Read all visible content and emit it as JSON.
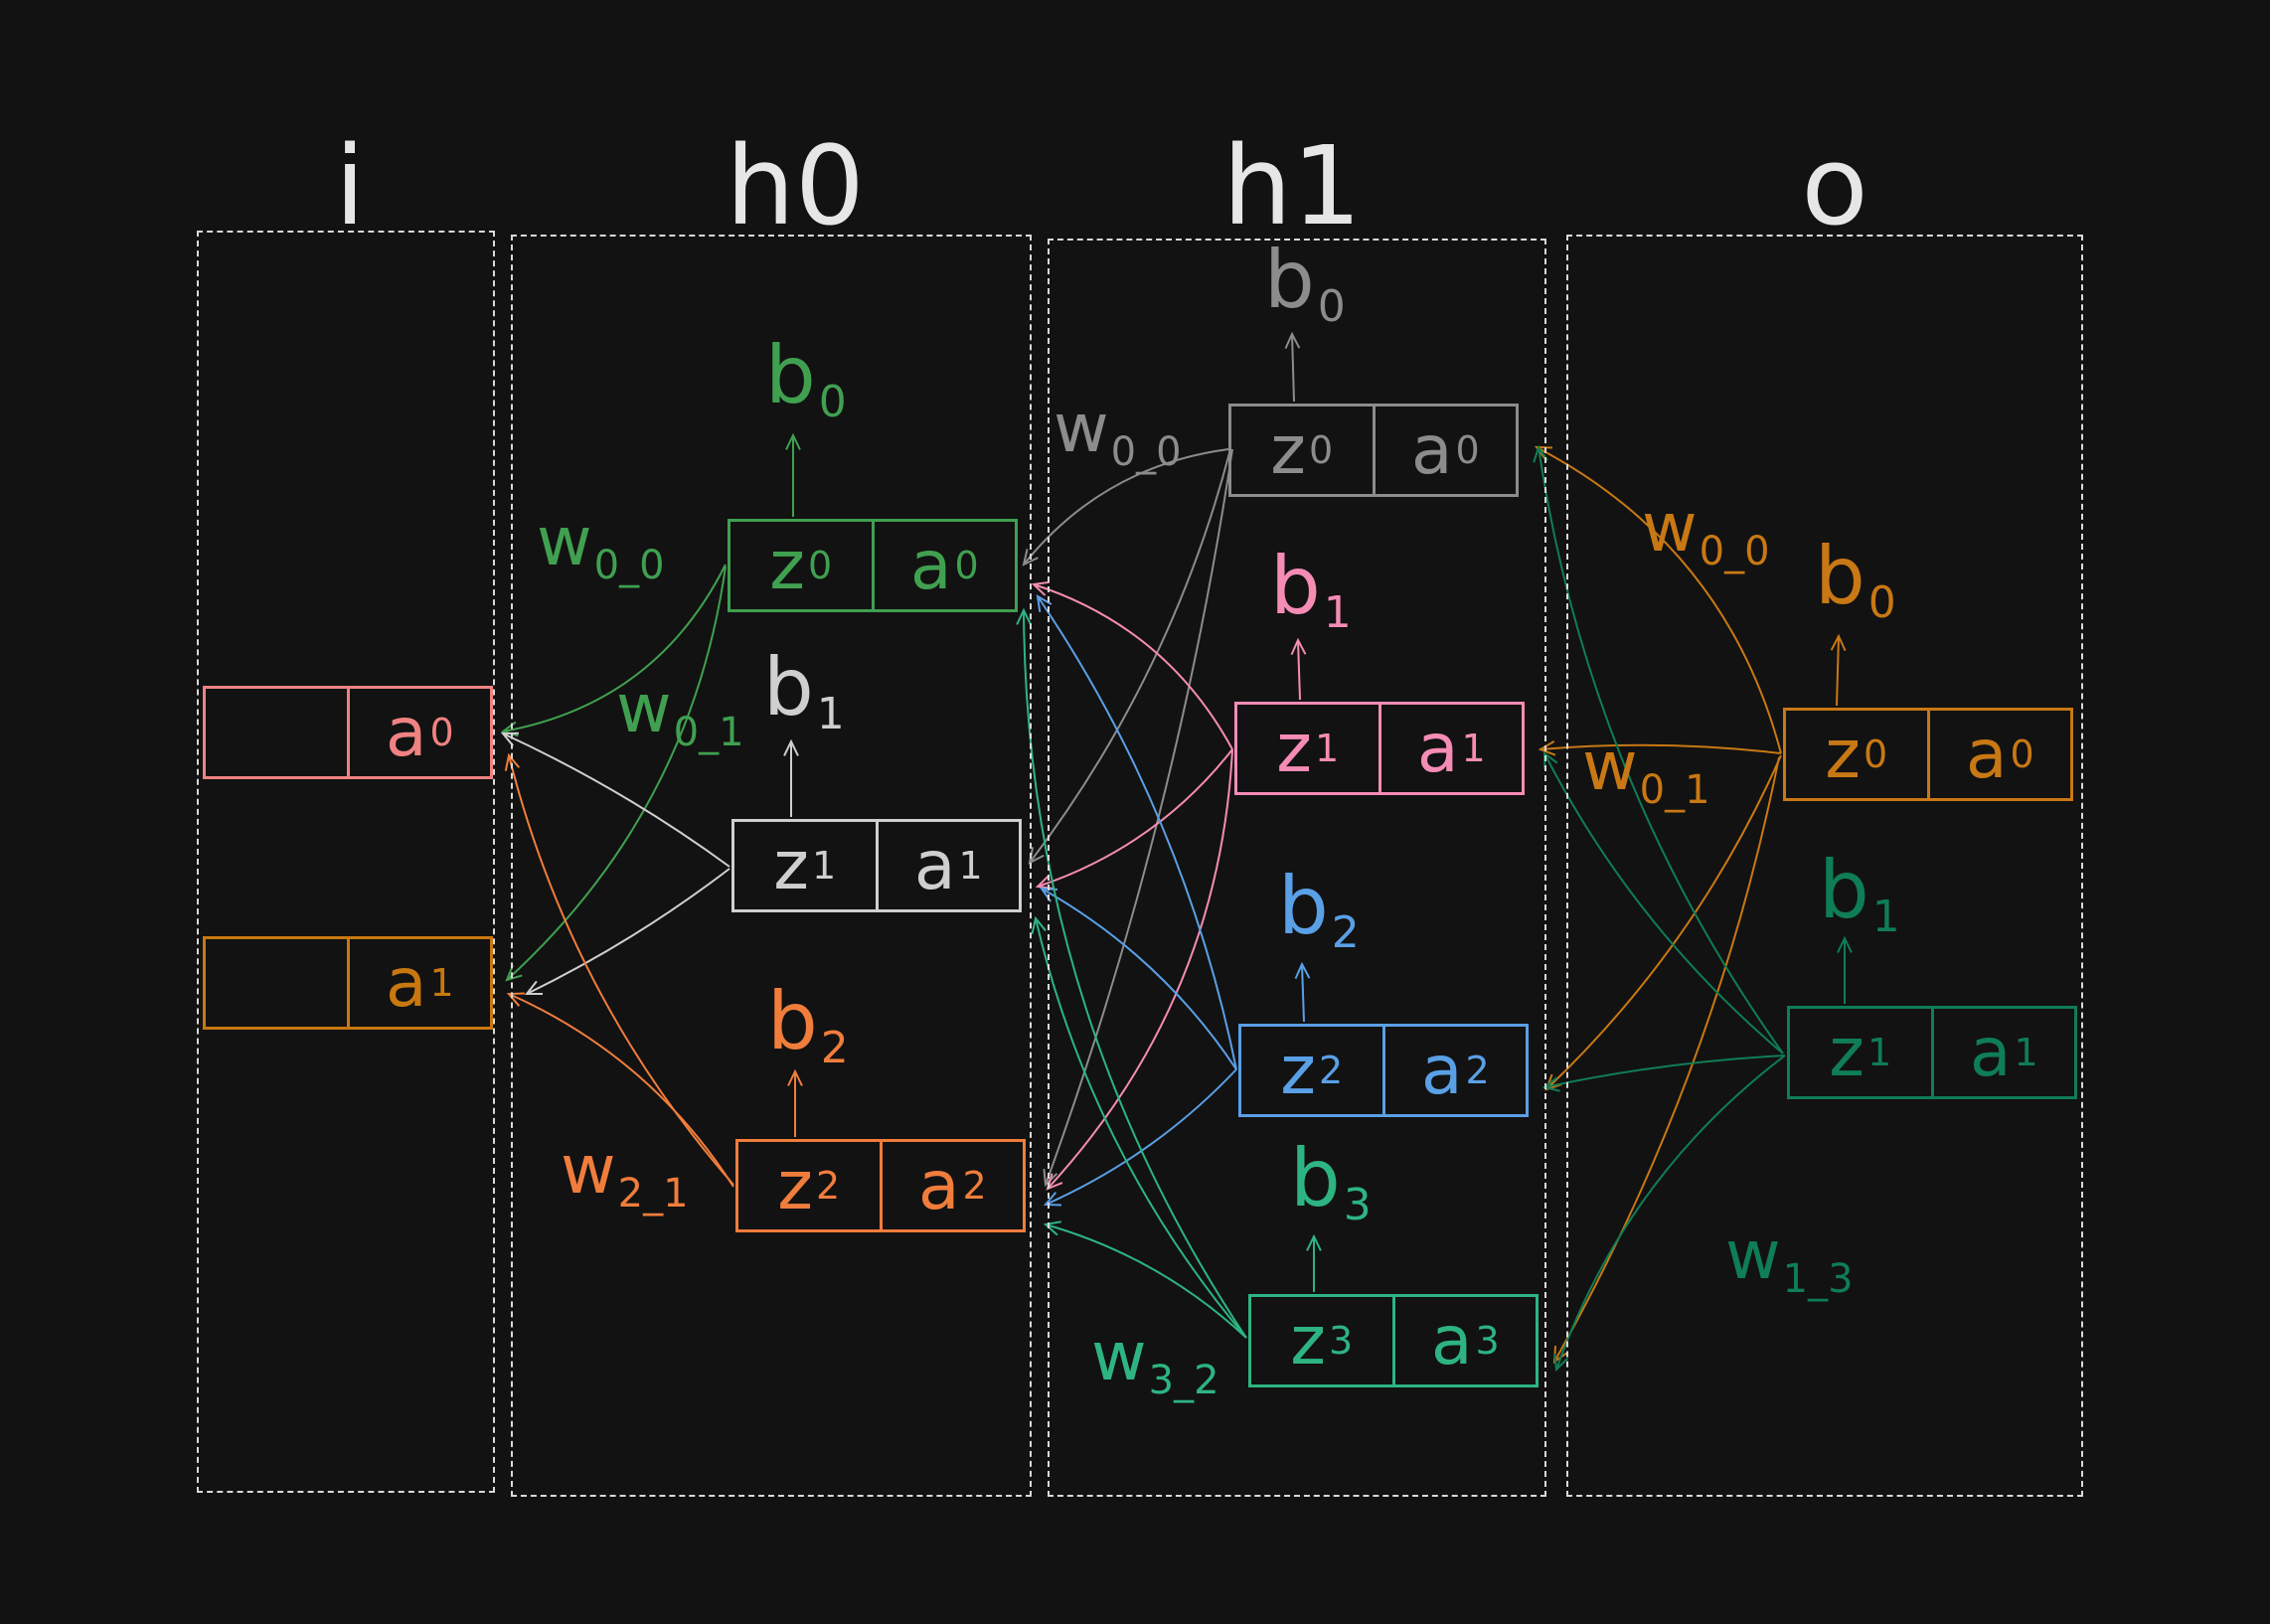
{
  "colors": {
    "background": "#121212",
    "frame": "#d9d9d9",
    "title": "#e6e6e6",
    "green": "#40a050",
    "gray_light": "#cfcfcf",
    "orange": "#f07d3c",
    "gray_dark": "#8c8c8c",
    "pink": "#f58cb4",
    "blue": "#5aa0e6",
    "teal": "#2db482",
    "brown": "#c87814",
    "dark_green": "#0f7d55",
    "salmon": "#f08282",
    "amber": "#c8780f"
  },
  "layers": [
    {
      "title": "i"
    },
    {
      "title": "h0"
    },
    {
      "title": "h1"
    },
    {
      "title": "o"
    }
  ],
  "neurons": {
    "i": [
      {
        "z": "",
        "a_base": "a",
        "a_sub": "0",
        "color": "salmon"
      },
      {
        "z": "",
        "a_base": "a",
        "a_sub": "1",
        "color": "amber"
      }
    ],
    "h0": [
      {
        "z_base": "z",
        "z_sub": "0",
        "a_base": "a",
        "a_sub": "0",
        "b_base": "b",
        "b_sub": "0",
        "color": "green"
      },
      {
        "z_base": "z",
        "z_sub": "1",
        "a_base": "a",
        "a_sub": "1",
        "b_base": "b",
        "b_sub": "1",
        "color": "gray_light"
      },
      {
        "z_base": "z",
        "z_sub": "2",
        "a_base": "a",
        "a_sub": "2",
        "b_base": "b",
        "b_sub": "2",
        "color": "orange"
      }
    ],
    "h1": [
      {
        "z_base": "z",
        "z_sub": "0",
        "a_base": "a",
        "a_sub": "0",
        "b_base": "b",
        "b_sub": "0",
        "color": "gray_dark"
      },
      {
        "z_base": "z",
        "z_sub": "1",
        "a_base": "a",
        "a_sub": "1",
        "b_base": "b",
        "b_sub": "1",
        "color": "pink"
      },
      {
        "z_base": "z",
        "z_sub": "2",
        "a_base": "a",
        "a_sub": "2",
        "b_base": "b",
        "b_sub": "2",
        "color": "blue"
      },
      {
        "z_base": "z",
        "z_sub": "3",
        "a_base": "a",
        "a_sub": "3",
        "b_base": "b",
        "b_sub": "3",
        "color": "teal"
      }
    ],
    "o": [
      {
        "z_base": "z",
        "z_sub": "0",
        "a_base": "a",
        "a_sub": "0",
        "b_base": "b",
        "b_sub": "0",
        "color": "brown"
      },
      {
        "z_base": "z",
        "z_sub": "1",
        "a_base": "a",
        "a_sub": "1",
        "b_base": "b",
        "b_sub": "1",
        "color": "dark_green"
      }
    ]
  },
  "weight_labels": [
    {
      "base": "w",
      "sub": "0_0",
      "color": "green"
    },
    {
      "base": "w",
      "sub": "0_1",
      "color": "green"
    },
    {
      "base": "w",
      "sub": "2_1",
      "color": "orange"
    },
    {
      "base": "w",
      "sub": "0_0",
      "color": "gray_dark"
    },
    {
      "base": "w",
      "sub": "3_2",
      "color": "teal"
    },
    {
      "base": "w",
      "sub": "0_0",
      "color": "brown"
    },
    {
      "base": "w",
      "sub": "0_1",
      "color": "brown"
    },
    {
      "base": "w",
      "sub": "1_3",
      "color": "dark_green"
    }
  ]
}
